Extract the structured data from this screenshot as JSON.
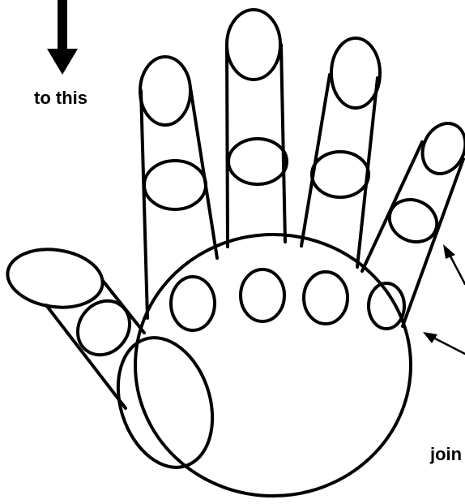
{
  "labels": {
    "to_this": "to this",
    "joints_partial": "join"
  },
  "colors": {
    "stroke": "#000000",
    "background": "#ffffff"
  },
  "drawing": {
    "subject": "hand",
    "parts": [
      "palm",
      "thumb",
      "index-finger",
      "middle-finger",
      "ring-finger",
      "little-finger",
      "knuckle-joints"
    ]
  }
}
